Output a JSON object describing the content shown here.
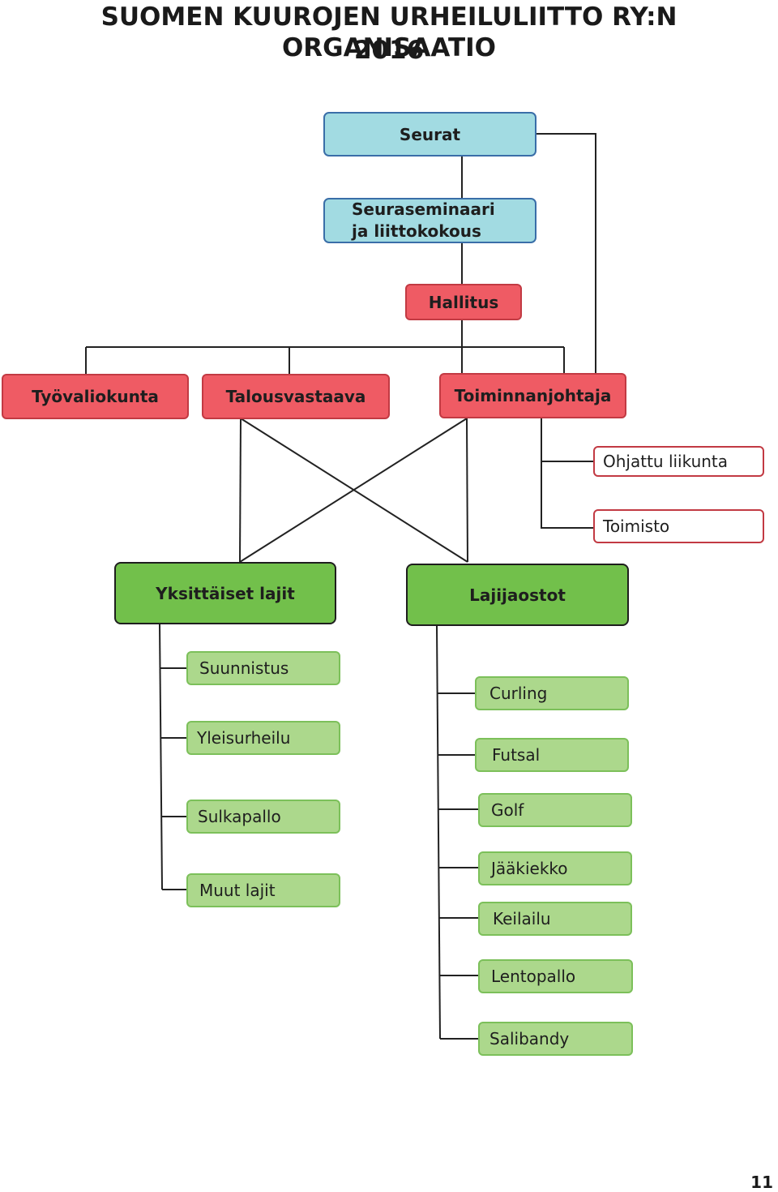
{
  "title": {
    "line1": "SUOMEN KUUROJEN URHEILULIITTO RY:N ORGANISAATIO",
    "line2": "2016"
  },
  "nodes": {
    "seurat": "Seurat",
    "seuraseminaari_line1": "Seuraseminaari",
    "seuraseminaari_line2": "ja liittokokous",
    "hallitus": "Hallitus",
    "tyovaliokunta": "Työvaliokunta",
    "talousvastaava": "Talousvastaava",
    "toiminnanjohtaja": "Toiminnanjohtaja",
    "ohjattu_liikunta": "Ohjattu liikunta",
    "toimisto": "Toimisto",
    "yksittaiset_lajit": "Yksittäiset lajit",
    "lajijaostot": "Lajijaostot"
  },
  "individual_sports": [
    "Suunnistus",
    "Yleisurheilu",
    "Sulkapallo",
    "Muut lajit"
  ],
  "sport_sections": [
    "Curling",
    "Futsal",
    "Golf",
    "Jääkiekko",
    "Keilailu",
    "Lentopallo",
    "Salibandy"
  ],
  "page_number": "11",
  "colors": {
    "blue_box": "#a2dbe2",
    "red_box": "#ef5b64",
    "green_box": "#72c04b",
    "light_green_box": "#acd88c"
  }
}
